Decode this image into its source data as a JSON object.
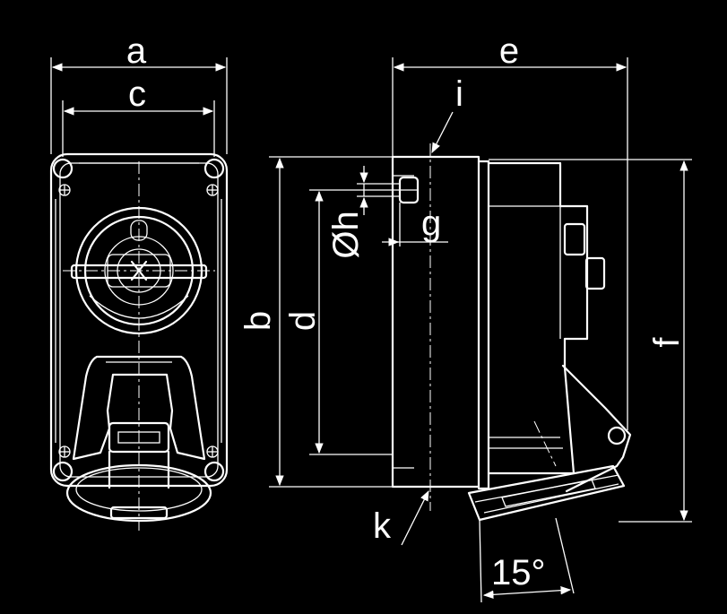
{
  "labels": {
    "a": "a",
    "c": "c",
    "e": "e",
    "i": "i",
    "g": "g",
    "h": "Øh",
    "b": "b",
    "d": "d",
    "f": "f",
    "k": "k",
    "angle": "15°"
  },
  "colors": {
    "background": "#000000",
    "stroke": "#ffffff"
  }
}
